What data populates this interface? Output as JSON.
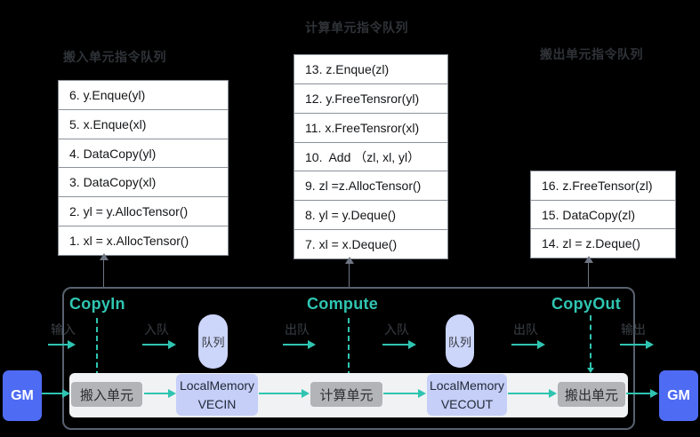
{
  "titles": {
    "compute_queue": "计算单元指令队列",
    "movein_queue": "搬入单元指令队列",
    "moveout_queue": "搬出单元指令队列"
  },
  "instruction_queues": {
    "movein": [
      "6. y.Enque(yl)",
      "5. x.Enque(xl)",
      "4. DataCopy(yl)",
      "3. DataCopy(xl)",
      "2. yl = y.AllocTensor()",
      "1. xl = x.AllocTensor()"
    ],
    "compute": [
      "13. z.Enque(zl)",
      "12. y.FreeTensror(yl)",
      "11. x.FreeTensror(xl)",
      "10.  Add （zl, xl, yl）",
      "9. zl =z.AllocTensor()",
      "8. yl = y.Deque()",
      "7. xl = x.Deque()"
    ],
    "moveout": [
      "16. z.FreeTensor(zl)",
      "15. DataCopy(zl)",
      "14. zl = z.Deque()"
    ]
  },
  "pipeline": {
    "stage_copyin": "CopyIn",
    "stage_compute": "Compute",
    "stage_copyout": "CopyOut",
    "label_input": "输入",
    "label_enqueue_1": "入队",
    "label_dequeue_1": "出队",
    "label_enqueue_2": "入队",
    "label_dequeue_2": "出队",
    "label_output": "输出",
    "queue_cylinder_1": "队列",
    "queue_cylinder_2": "队列",
    "unit_movein": "搬入单元",
    "local_memory_in_line1": "LocalMemory",
    "local_memory_in_line2": "VECIN",
    "unit_compute": "计算单元",
    "local_memory_out_line1": "LocalMemory",
    "local_memory_out_line2": "VECOUT",
    "unit_moveout": "搬出单元",
    "gm_left": "GM",
    "gm_right": "GM"
  },
  "colors": {
    "background": "#000000",
    "accent_teal": "#2fc4b1",
    "gm_blue": "#4e6bf3",
    "local_memory_blue": "#c5cff8",
    "cylinder_blue": "#ccd5fa",
    "unit_gray": "#b2b4b8",
    "band_gray": "#f1f2f4",
    "container_border": "#596270",
    "dim_text": "#2f3338"
  }
}
